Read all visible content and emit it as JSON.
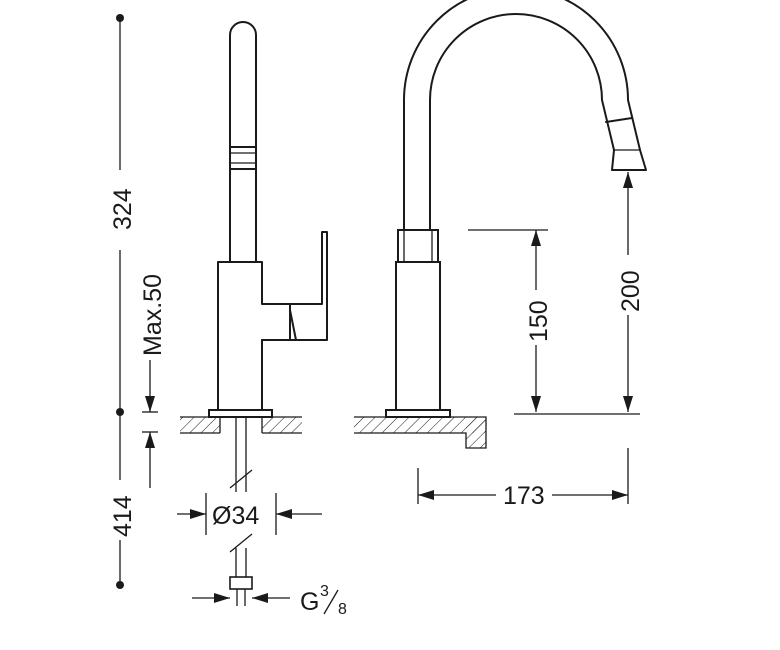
{
  "dimensions": {
    "total_upper": "324",
    "total_lower": "414",
    "max_deck": "Max.50",
    "hole_diameter": "Ø34",
    "thread_main": "G",
    "thread_num": "3",
    "thread_den": "8",
    "spout_reach": "173",
    "outlet_height": "150",
    "spout_height": "200"
  }
}
